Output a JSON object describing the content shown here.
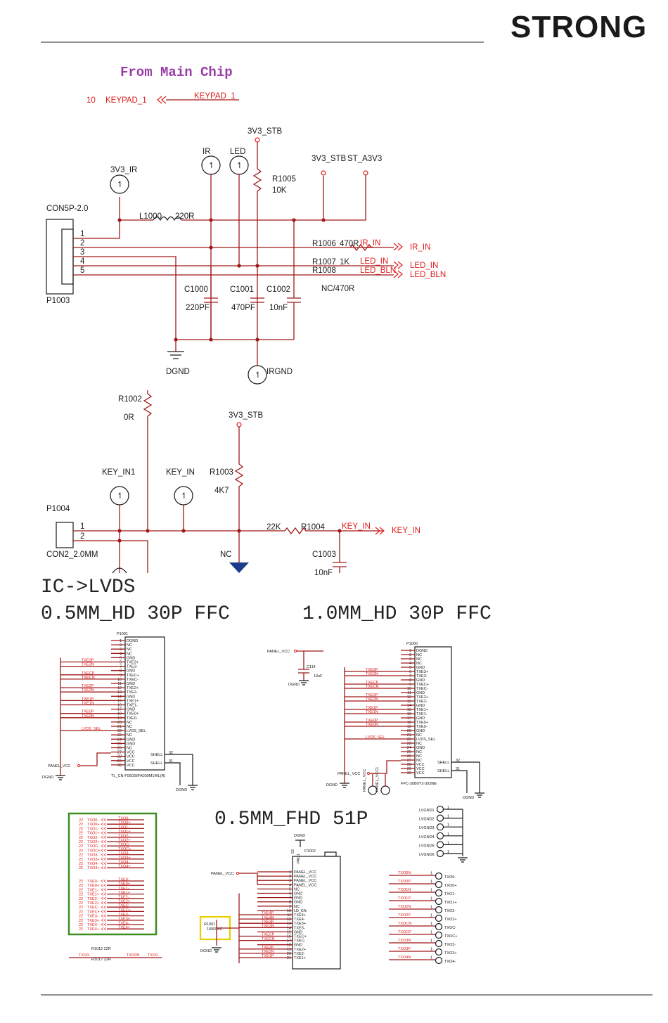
{
  "brand": "STRONG",
  "header": "From Main Chip",
  "keypad": {
    "pin": "10",
    "net_left": "KEYPAD_1",
    "net_right": "KEYPAD_1"
  },
  "top": {
    "rails": {
      "stb": "3V3_STB",
      "stb2": "3V3_STB",
      "a3v3": "ST_A3V3",
      "ir_rail": "3V3_IR",
      "stb3": "3V3_STB"
    },
    "ports": {
      "ir": "IR",
      "led": "LED",
      "irgnd": "IRGND",
      "dgnd": "DGND",
      "key_in1": "KEY_IN1",
      "key_in": "KEY_IN"
    },
    "connector_p1003": {
      "type": "CON5P-2.0",
      "ref": "P1003",
      "pins": [
        "1",
        "2",
        "3",
        "4",
        "5"
      ]
    },
    "connector_p1004": {
      "type": "CON2_2.0MM",
      "ref": "P1004",
      "pins": [
        "1",
        "2"
      ]
    },
    "parts": {
      "l1000": "L1000",
      "l1000_val": "220R",
      "r1005": "R1005",
      "r1005_val": "10K",
      "r1006": "R1006",
      "r1006_val": "470R",
      "r1007": "R1007",
      "r1007_val": "1K",
      "r1008": "R1008",
      "r1008_val": "NC/470R",
      "c1000": "C1000",
      "c1000_val": "220PF",
      "c1001": "C1001",
      "c1001_val": "470PF",
      "c1002": "C1002",
      "c1002_val": "10nF",
      "r1002": "R1002",
      "r1002_val": "0R",
      "r1003": "R1003",
      "r1003_val": "4K7",
      "r1004": "R1004",
      "r1004_val": "22K",
      "c1003": "C1003",
      "c1003_val": "10nF",
      "nc": "NC"
    },
    "nets": {
      "ir_in_a": "IR_IN",
      "ir_in_b": "IR_IN",
      "led_in_a": "LED_IN",
      "led_in_b": "LED_IN",
      "led_bln_a": "LED_BLN",
      "led_bln_b": "LED_BLN",
      "key_in_a": "KEY_IN",
      "key_in_b": "KEY_IN"
    }
  },
  "titles": {
    "section": "IC->LVDS",
    "hd05": "0.5MM_HD 30P FFC",
    "hd10": "1.0MM_HD 30P FFC",
    "fhd05": "0.5MM_FHD 51P"
  },
  "p1001": {
    "ref": "P1001",
    "part": "TL_CN-F05036FA030M1WL(R)",
    "pins": [
      "DGND",
      "NC",
      "NC",
      "NC",
      "GND",
      "TXE3+",
      "TXE3-",
      "GND",
      "TXEC+",
      "TXEC-",
      "GND",
      "TXE2+",
      "TXE2-",
      "GND",
      "TXE1+",
      "TXE1-",
      "GND",
      "TXE0+",
      "TXE0-",
      "NC",
      "NC",
      "LVDS_SEL",
      "NC",
      "GND",
      "GND",
      "NC",
      "VCC",
      "VCC",
      "VCC",
      "VCC"
    ],
    "nets": [
      "TXE3P",
      "TXE3N",
      "TXECP",
      "TXECN",
      "TXE2P",
      "TXE2N",
      "TXE1P",
      "TXE1N",
      "TXE0P",
      "TXE0N",
      "LVDS_SEL"
    ],
    "shell": "SHELL",
    "shell_pins": [
      "32",
      "31"
    ],
    "dgnd": "DGND",
    "panel_vcc": "PANEL_VCC"
  },
  "p1000": {
    "ref": "P1000",
    "part": "FPC-30B0Y2-303NE",
    "pins": [
      "DGND",
      "NC",
      "NC",
      "NC",
      "GND",
      "TXE3+",
      "TXE3-",
      "GND",
      "TXEC+",
      "TXEC-",
      "GND",
      "TXE2+",
      "TXE2-",
      "GND",
      "TXE1+",
      "TXE1-",
      "GND",
      "TXE0+",
      "TXE0-",
      "GND",
      "NC",
      "LVDS_SEL",
      "NC",
      "GND",
      "NC",
      "NC",
      "NC",
      "VCC",
      "VCC",
      "VCC"
    ],
    "nets": [
      "TXE3P",
      "TXE3N",
      "TXECP",
      "TXECN",
      "TXE2P",
      "TXE2N",
      "TXE1P",
      "TXE1N",
      "TXE0P",
      "TXE0N",
      "LVDS_SEL"
    ],
    "shell": "SHELL",
    "shell_pins": [
      "32",
      "31"
    ],
    "dgnd": "DGND",
    "panel_vcc": "PANEL_VCC",
    "cap": "C114",
    "cap_val": "10uF",
    "vcc_ports": [
      "PANEL_VCC",
      "PANEL_VCC1"
    ]
  },
  "resistor_table": {
    "rows_a": [
      [
        "22",
        "TXO0-",
        "TXO0-"
      ],
      [
        "22",
        "TXO0+",
        "TXO0+"
      ],
      [
        "22",
        "TXO1-",
        "TXO1-"
      ],
      [
        "22",
        "TXO1+",
        "TXO1+"
      ],
      [
        "22",
        "TXO2-",
        "TXO2-"
      ],
      [
        "22",
        "TXO2+",
        "TXO2+"
      ],
      [
        "22",
        "TXOC-",
        "TXOC-"
      ],
      [
        "22",
        "TXOC+",
        "TXOC+"
      ],
      [
        "22",
        "TXO3-",
        "TXO3-"
      ],
      [
        "22",
        "TXO3+",
        "TXO3+"
      ],
      [
        "22",
        "TXO4-",
        "TXO4-"
      ],
      [
        "22",
        "TXO4+",
        "TXO4+"
      ]
    ],
    "rows_b": [
      [
        "22",
        "TXE0-",
        "TXE0-"
      ],
      [
        "22",
        "TXE0+",
        "TXE0+"
      ],
      [
        "22",
        "TXE1-",
        "TXE1-"
      ],
      [
        "22",
        "TXE1+",
        "TXE1+"
      ],
      [
        "22",
        "TXE2-",
        "TXE2-"
      ],
      [
        "22",
        "TXE2+",
        "TXE2+"
      ],
      [
        "22",
        "TXEC-",
        "TXEC-"
      ],
      [
        "22",
        "TXEC+",
        "TXEC+"
      ],
      [
        "22",
        "TXE3-",
        "TXE3-"
      ],
      [
        "22",
        "TXE3+",
        "TXE3+"
      ],
      [
        "22",
        "TXE4-",
        "TXE4-"
      ],
      [
        "22",
        "TXE4+",
        "TXE4+"
      ]
    ],
    "bottom": {
      "r1012": "R1012 22R",
      "r1017": "R1017 22R",
      "n1": "TXO0-",
      "n2": "TXO0N",
      "n3": "TXO0-"
    }
  },
  "p1002": {
    "ref": "P1002",
    "pad": "PAD1",
    "pad_pin": "52",
    "dgnd": "DGND",
    "panel_vcc": "PANEL_VCC",
    "r1001": "R1001",
    "r1001_val": "100R/NC",
    "dgnd2": "DGND",
    "pins": [
      "PANEL_VCC",
      "PANEL_VCC",
      "PANEL_VCC",
      "PANEL_VCC",
      "NC",
      "GND",
      "GND",
      "GND",
      "NC",
      "LD_EN",
      "TXE4+",
      "TXE4-",
      "TXE3+",
      "TXE3-",
      "GND",
      "TXEC+",
      "TXEC-",
      "GND",
      "TXE2+",
      "TXE2-",
      "TXE1+"
    ],
    "nets": [
      "TXE4P",
      "TXE4N",
      "TXE3P",
      "TXE3N",
      "TXECP",
      "TXECN",
      "TXE2P",
      "TXE2N",
      "TXE1P"
    ]
  },
  "lvgnd": [
    "LVGND1",
    "LVGND2",
    "LVGND3",
    "LVGND4",
    "LVGND5",
    "LVGND6"
  ],
  "txo_ports": {
    "left": [
      "TXO0N",
      "TXO0P",
      "TXO1N",
      "TXO1P",
      "TXO2N",
      "TXO2P",
      "TXOCN",
      "TXOCP",
      "TXO3N",
      "TXO3P",
      "TXO4N"
    ],
    "right": [
      "TXO0-",
      "TXO0+",
      "TXO1-",
      "TXO1+",
      "TXO2-",
      "TXO2+",
      "TXOC-",
      "TXOC+",
      "TXO3-",
      "TXO3+",
      "TXO4-"
    ]
  },
  "colors": {
    "wire": "#a01818",
    "net": "#e21b1b",
    "ink": "#1a1a1a",
    "green": "#3c8c20",
    "highlight": "#e8d000",
    "header": "#9a3ca8"
  }
}
